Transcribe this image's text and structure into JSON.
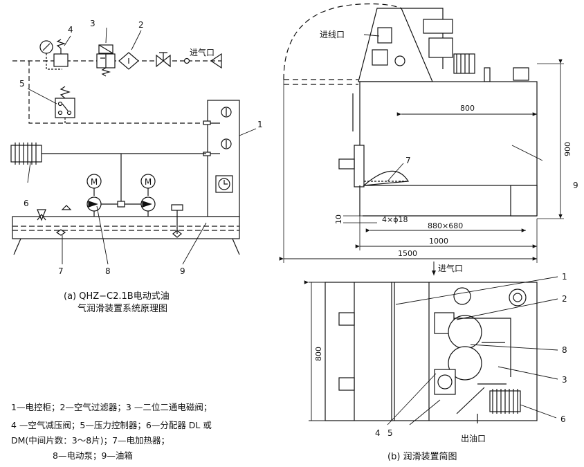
{
  "schematic": {
    "callouts": [
      "1",
      "2",
      "3",
      "4",
      "5",
      "6",
      "7",
      "8",
      "9"
    ],
    "inlet_label": "进气口",
    "motor_symbol": "M",
    "caption_line1": "(a)  QHZ−C2.1B电动式油",
    "caption_line2": "气润滑装置系统原理图"
  },
  "side_view": {
    "inlet_cable_label": "进线口",
    "callouts": [
      "7",
      "9"
    ],
    "dims": {
      "tank_len": "800",
      "height": "900",
      "foot": "10",
      "holes": "4×ϕ18",
      "base": "880×680",
      "inner": "1000",
      "total": "1500"
    }
  },
  "top_view": {
    "inlet_label": "进气口",
    "outlet_label": "出油口",
    "depth_dim": "800",
    "callouts": [
      "1",
      "2",
      "8",
      "3",
      "6",
      "4",
      "5"
    ],
    "caption": "(b)  润滑装置简图"
  },
  "legend": {
    "line1": "1—电控柜；2—空气过滤器；3 —二位二通电磁阀；",
    "line2": "4 —空气减压阀；5—压力控制器；6—分配器 DL 或",
    "line3": "DM(中间片数：3～8片)；7—电加热器；",
    "line4": "8—电动泵；9—油箱"
  }
}
